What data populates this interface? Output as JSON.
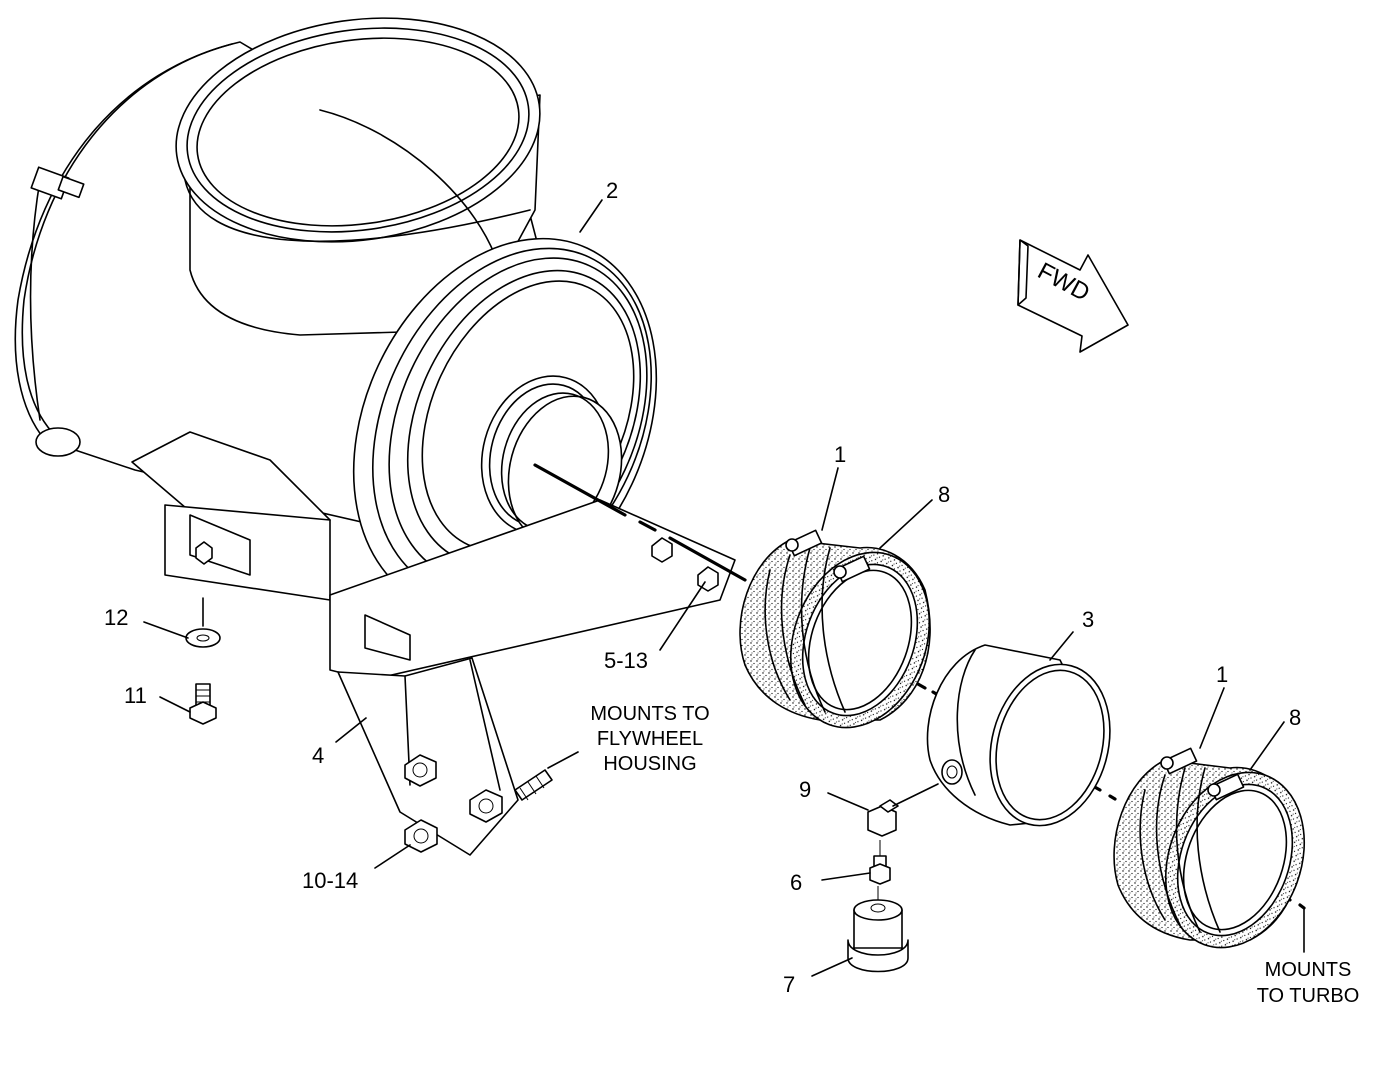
{
  "callouts": {
    "c1a": "1",
    "c1b": "1",
    "c2": "2",
    "c3": "3",
    "c4": "4",
    "c5_13": "5-13",
    "c6": "6",
    "c7": "7",
    "c8a": "8",
    "c8b": "8",
    "c9": "9",
    "c10_14": "10-14",
    "c11": "11",
    "c12": "12"
  },
  "notes": {
    "flywheel": [
      "MOUNTS TO",
      "FLYWHEEL",
      "HOUSING"
    ],
    "turbo": [
      "MOUNTS",
      "TO TURBO"
    ]
  },
  "fwd_label": "FWD"
}
